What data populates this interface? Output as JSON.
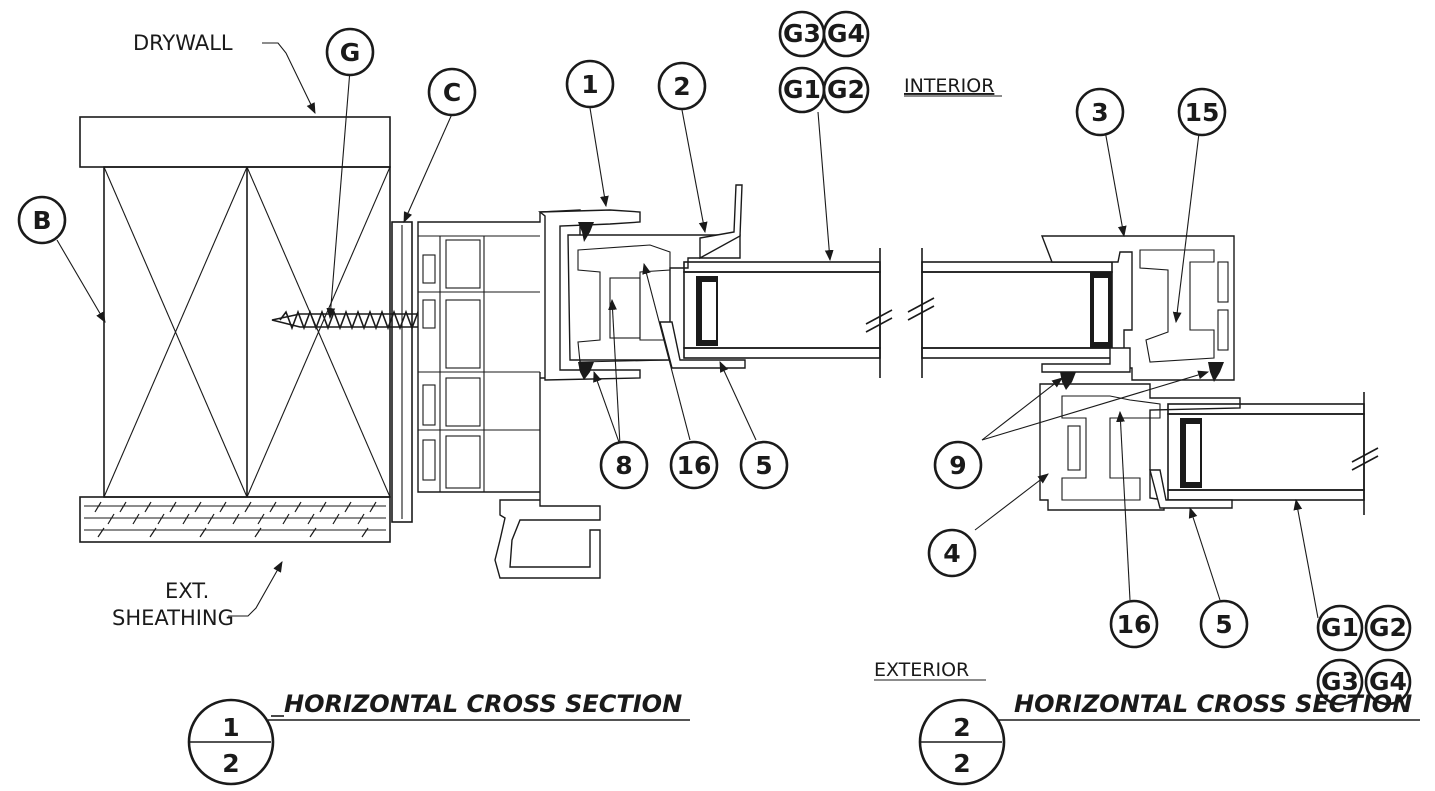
{
  "labels": {
    "drywall": "DRYWALL",
    "interior": "INTERIOR",
    "exterior": "EXTERIOR",
    "ext_line1": "EXT.",
    "ext_line2": "SHEATHING"
  },
  "bubbles": {
    "g": "G",
    "c": "C",
    "b": "B",
    "n1": "1",
    "n2": "2",
    "n3": "3",
    "n15": "15",
    "n8": "8",
    "n16a": "16",
    "n5a": "5",
    "n9": "9",
    "n4": "4",
    "n16b": "16",
    "n5b": "5",
    "g3_top": "G3",
    "g4_top": "G4",
    "g1_top": "G1",
    "g2_top": "G2",
    "g1_bot": "G1",
    "g2_bot": "G2",
    "g3_bot": "G3",
    "g4_bot": "G4"
  },
  "titles": {
    "left": {
      "num": "1",
      "den": "2",
      "text": "HORIZONTAL CROSS SECTION"
    },
    "right": {
      "num": "2",
      "den": "2",
      "text": "HORIZONTAL CROSS SECTION"
    }
  }
}
